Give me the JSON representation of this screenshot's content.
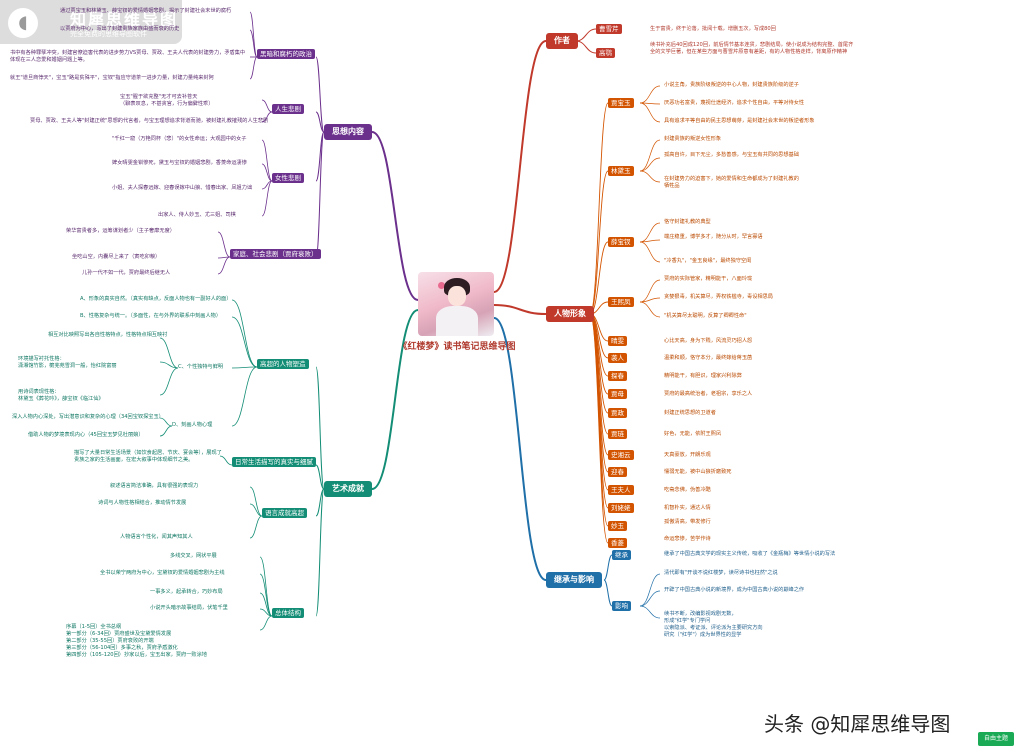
{
  "logo": {
    "icon": "rhino-icon",
    "title": "知犀思维导图",
    "subtitle": "完全免费的思维导图软件"
  },
  "center": {
    "title": "《红楼梦》读书笔记思维导图"
  },
  "branches": {
    "thought": {
      "label": "思想内容"
    },
    "art": {
      "label": "艺术成就"
    },
    "author": {
      "label": "作者"
    },
    "characters": {
      "label": "人物形象"
    },
    "legacy": {
      "label": "继承与影响"
    }
  },
  "thought_nodes": {
    "politics": "黑暗和腐朽的政治",
    "life": "人生悲剧",
    "women": "女性悲剧",
    "family": "家庭、社会悲剧（贾府衰败）",
    "top1": "通过贾宝玉和林黛玉、薛宝钗的爱情婚姻悲剧，揭示了封建社会末世的腐朽",
    "top2": "以贾府为中心，写出了封建贵族家族由盛而衰的历史",
    "p1": "书中有各种罪孽冲突，封建官僚迫害代表的进步势力VS贾母、贾政、王夫人代表的封建势力，矛盾集中体现在三人恋爱和婚姻问题上等。",
    "p2": "就王\"道旦商悖天\"，宝玉\"路是贫殊平\"，宝钗\"指应守道茶一进步力量，封建力量纯来封阿",
    "l1": "宝玉\"腥于欲充整\"无才可去补苍天\n（聊表叹息，不甚贪官，行为偏僻性乖）",
    "l2": "贾母、贾政、王夫人等\"封建正统\"思想的代言者，与宝玉理想追求背道而驰，被封建礼教摧残的人生悲剧",
    "w1": "\"千红一窟（万艳同杯（悲）\"的女性命运；大观园中的女子",
    "w2": "婢女晴雯金钏惨死，黛玉与宝钗的婚姻悲剧，香菱命运凄惨",
    "w3": "小姐、夫人探春远嫁、迎春误嫁中山狼、惜春出家、凤姐力诎",
    "w4": "出家人、侍人妙玉、尤三姐、司棋",
    "f1": "荣华富贵者多，运筹谋划者少（主子奢靡无度）",
    "f2": "坐吃山空，内囊尽上来了（寅吃卯粮）",
    "f3": "儿孙一代不如一代，贾府最终后继无人"
  },
  "art_nodes": {
    "char_art": "高超的人物塑造",
    "daily": "日常生活描写的真实与细腻",
    "lang": "语言成就高超",
    "structure": "总体结构",
    "a1": "A、形象的真实自然。（真实有缺点，反面人物也有一副好人的面）",
    "b1": "B、性格复杂与统一。（多面性，在与外界的联系中刻画人物）",
    "c_label": "C、个性独特与鲜明",
    "c1": "相互对比映照写出各自性格特点，性格特点相互映衬",
    "c2": "环境描写衬托性格：\n潇湘馆竹影，蘅芜苑雪洞一般，怡红院富丽",
    "c3": "用诗词表现性格：\n林黛玉《葬花吟》，薛宝钗《临江仙》",
    "d_label": "D、刻画人物心理",
    "d1": "深入人物内心深处，写出潜意识和复杂的心理（34回宝钗探宝玉）",
    "d2": "借助人物的梦境表现内心（45回宝玉梦见杜丽娘）",
    "daily1": "描写了大量日常生活场景（如饮食起居、节庆、宴会等），展现了贵族之家的生活画面，在宏大叙事中体现细节之美。",
    "lang1": "叙述语言简洁准确，具有很强的表现力",
    "lang2": "诗词与人物性格相结合，推动情节发展",
    "lang3": "人物语言个性化，闻其声知其人",
    "struct1": "多线交叉，网状平展",
    "struct2": "全书以荣宁两府为中心，宝黛钗的爱情婚姻悲剧为主线",
    "struct3": "一事多义，起承转合，巧妙布局",
    "struct4": "小说开头暗示故事结局，伏笔千里",
    "struct5": "序幕（1-5回）全书总纲\n第一部分（6-34回）贾府盛世及宝黛爱情发展\n第二部分（35-55回）贾府衰败的开端\n第三部分（56-104回）多事之秋，贾府矛盾激化\n第四部分（105-120回）抄家以后，宝玉出家，贾府一败涂地"
  },
  "author_nodes": {
    "cao_label": "曹雪芹",
    "cao_text": "生于富贵，终于沦落，批阅十载，增删五次，写成80回",
    "gao_label": "高鹗",
    "gao_text": "续书补充后40回成120回，前后情节基本连贯，悲剧结局，使小说成为结构完整、首尾齐全的文学巨著，但在某些方面与曹雪芹原意有差距，有的人物性格走样，背离原作精神"
  },
  "character_nodes": {
    "baoyu": "贾宝玉",
    "baoyu1": "小说主角，贵族阶级叛逆的中心人物，封建贵族阶级的逆子",
    "baoyu2": "厌恶功名富贵，蔑视仕途经济，追求个性自由，平等对待女性",
    "baoyu3": "具有追求平等自由的民主思想萌芽，是封建社会末世的叛逆者形象",
    "daiyu": "林黛玉",
    "daiyu1": "封建贵族的叛逆女性形象",
    "daiyu2": "孤高自许，目下无尘，多愁善感，与宝玉有共同的思想基础",
    "daiyu3": "在封建势力的迫害下，她的爱情和生命都成为了封建礼教的牺牲品",
    "baochai": "薛宝钗",
    "baochai1": "恪守封建礼教的典型",
    "baochai2": "端庄稳重，博学多才，随分从时，罕言寡语",
    "baochai3": "\"冷香丸\"，\"金玉良缘\"，最终独守空闺",
    "xifeng": "王熙凤",
    "xifeng1": "贾府的实际管家，精明能干，八面玲珑",
    "xifeng2": "贪婪狠毒，机关算尽，弄权铁槛寺，毒设相思局",
    "xifeng3": "\"机关算尽太聪明，反算了卿卿性命\"",
    "qingwen": "晴雯",
    "qingwen1": "心比天高，身为下贱，风流灵巧招人怨",
    "xiren": "袭人",
    "xiren1": "温柔和顺，恪守本分，最终嫁给蒋玉菡",
    "tanchun": "探春",
    "tanchun1": "精明能干，有胆识，理家兴利除弊",
    "jiamu": "贾母",
    "jiamu1": "贾府的最高统治者，老祖宗，享乐之人",
    "jiazheng": "贾政",
    "jiazheng1": "封建正统思想的卫道者",
    "jialian": "贾琏",
    "jialian1": "好色，无能，依附王熙凤",
    "xiangyun": "史湘云",
    "xiangyun1": "天真豪放，开朗乐观",
    "yingchun": "迎春",
    "yingchun1": "懦弱无能，被中山狼折磨致死",
    "wangfuren": "王夫人",
    "wangfuren1": "吃斋念佛，伪善冷酷",
    "liulaolao": "刘姥姥",
    "liulaolao1": "机智朴实，通达人情",
    "miaoyu": "妙玉",
    "miaoyu1": "孤傲清高，带发修行",
    "xiangling": "香菱",
    "xiangling1": "命运悲惨，苦学作诗"
  },
  "legacy_nodes": {
    "inherit": "继承",
    "inherit1": "继承了中国古典文学的现实主义传统，吸收了《金瓶梅》等世情小说的写法",
    "influence": "影响",
    "inf1": "清代即有\"开谈不说红楼梦，读尽诗书也枉然\"之说",
    "inf2": "开辟了中国古典小说的新境界，成为中国古典小说的巅峰之作",
    "inf3": "续书不断，改编影视戏剧无数，\n形成\"红学\"专门学问\n以索隐派、考证派、评论派为主要研究方向\n研究（\"红学\"）成为世界性的显学"
  },
  "footer": {
    "watermark": "头条 @知犀思维导图",
    "theme_button": "自由主题"
  }
}
